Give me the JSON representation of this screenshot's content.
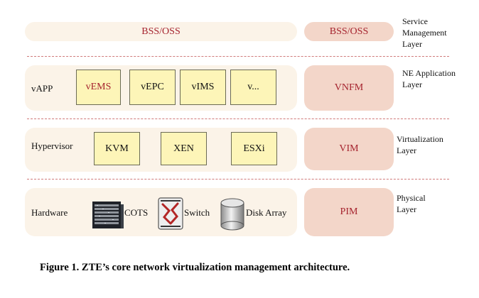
{
  "layers": [
    {
      "label_lines": [
        "Service",
        "Management",
        "Layer"
      ]
    },
    {
      "label_lines": [
        "NE Application",
        "Layer"
      ]
    },
    {
      "label_lines": [
        "Virtualization",
        "Layer"
      ]
    },
    {
      "label_lines": [
        "Physical",
        "Layer"
      ]
    }
  ],
  "service_band": {
    "title": "BSS/OSS",
    "side": "BSS/OSS"
  },
  "app_band": {
    "label": "vAPP",
    "boxes": [
      "vEMS",
      "vEPC",
      "vIMS",
      "v..."
    ],
    "side": "VNFM"
  },
  "hypervisor_band": {
    "label": "Hypervisor",
    "boxes": [
      "KVM",
      "XEN",
      "ESXi"
    ],
    "side": "VIM"
  },
  "hardware_band": {
    "label": "Hardware",
    "items": [
      {
        "icon": "server-rack-icon",
        "label": "COTS"
      },
      {
        "icon": "network-switch-icon",
        "label": "Switch"
      },
      {
        "icon": "disk-array-icon",
        "label": "Disk Array"
      }
    ],
    "side": "PIM"
  },
  "caption": "Figure 1. ZTE’s core network virtualization management architecture.",
  "colors": {
    "band": "#fbf3e8",
    "side_pill": "#f3d6c9",
    "box_fill": "#fdf5b8",
    "accent_text": "#a5232e",
    "divider": "#d07a7a"
  }
}
